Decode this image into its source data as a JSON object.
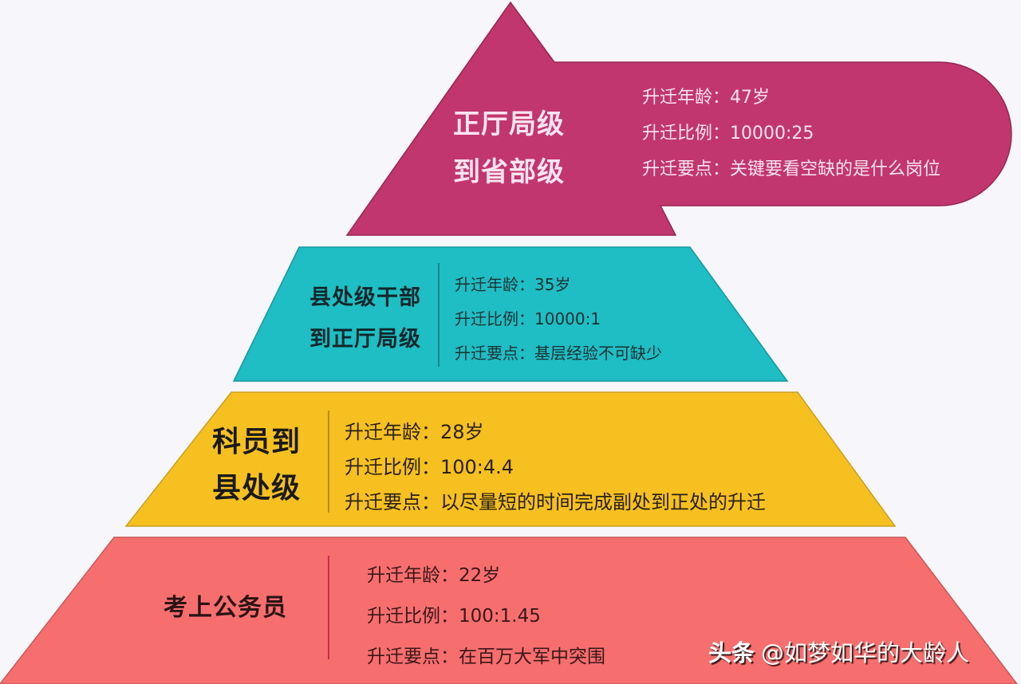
{
  "colors": {
    "background": "#f7f6fa",
    "tier1": "#c2366e",
    "tier2": "#1fbdc4",
    "tier3": "#f6c021",
    "tier4": "#f76e6e",
    "tier1_text": "#fbe4ef",
    "dark_text": "#1a1a1a"
  },
  "tiers": [
    {
      "level": 1,
      "title_lines": [
        "正厅局级",
        "到省部级"
      ],
      "details": [
        {
          "label": "升迁年龄",
          "sep": "：",
          "value": "47岁"
        },
        {
          "label": "升迁比例",
          "sep": "：",
          "value": "10000:25"
        },
        {
          "label": "升迁要点",
          "sep": "：",
          "value": "关键要看空缺的是什么岗位"
        }
      ]
    },
    {
      "level": 2,
      "title_lines": [
        "县处级干部",
        "到正厅局级"
      ],
      "details": [
        {
          "label": "升迁年龄",
          "sep": "：",
          "value": "35岁"
        },
        {
          "label": "升迁比例",
          "sep": "：",
          "value": "10000:1"
        },
        {
          "label": "升迁要点",
          "sep": "：",
          "value": "基层经验不可缺少"
        }
      ]
    },
    {
      "level": 3,
      "title_lines": [
        "科员到",
        "县处级"
      ],
      "details": [
        {
          "label": "升迁年龄",
          "sep": "：",
          "value": "28岁"
        },
        {
          "label": "升迁比例",
          "sep": "：",
          "value": "100:4.4"
        },
        {
          "label": "升迁要点",
          "sep": "：",
          "value": "以尽量短的时间完成副处到正处的升迁"
        }
      ]
    },
    {
      "level": 4,
      "title_lines": [
        "考上公务员"
      ],
      "details": [
        {
          "label": "升迁年龄",
          "sep": "：",
          "value": "22岁"
        },
        {
          "label": "升迁比例",
          "sep": "：",
          "value": "100:1.45"
        },
        {
          "label": "升迁要点",
          "sep": "：",
          "value": "在百万大军中突围"
        }
      ]
    }
  ],
  "watermark": {
    "brand": "头条",
    "handle": "@如梦如华的大龄人"
  }
}
